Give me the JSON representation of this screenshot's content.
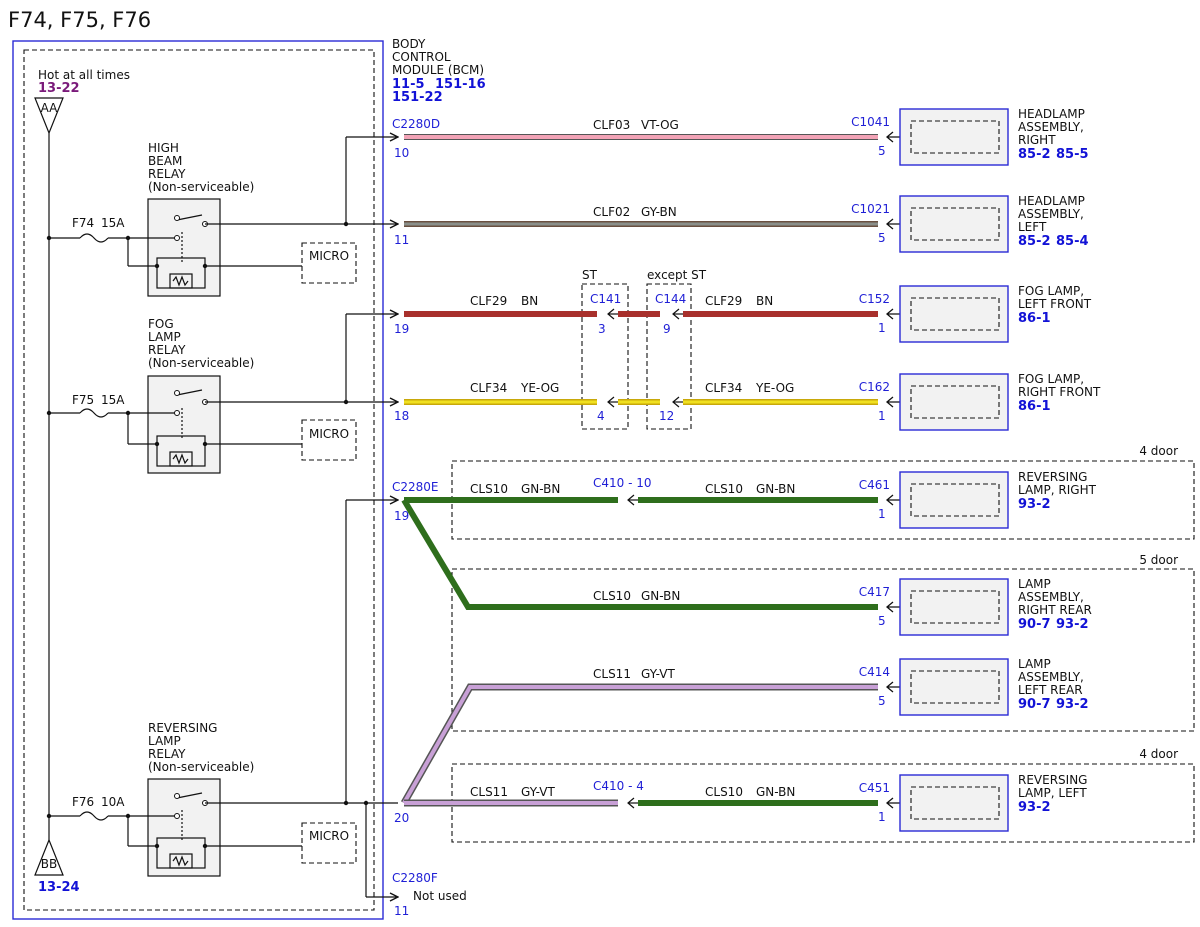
{
  "title": "F74, F75, F76",
  "bcm": {
    "lines": [
      "BODY",
      "CONTROL",
      "MODULE (BCM)"
    ],
    "ref_row1": [
      "11-5",
      "151-16"
    ],
    "ref_row2": "151-22"
  },
  "hot": {
    "label": "Hot at all times",
    "ref": "13-22",
    "top_node": "AA",
    "bottom_node": "BB",
    "bottom_ref": "13-24"
  },
  "relays": [
    {
      "lines": [
        "HIGH",
        "BEAM",
        "RELAY",
        "(Non-serviceable)"
      ],
      "fuse": "F74",
      "rating": "15A",
      "micro": "MICRO"
    },
    {
      "lines": [
        "FOG",
        "LAMP",
        "RELAY",
        "(Non-serviceable)"
      ],
      "fuse": "F75",
      "rating": "15A",
      "micro": "MICRO"
    },
    {
      "lines": [
        "REVERSING",
        "LAMP",
        "RELAY",
        "(Non-serviceable)"
      ],
      "fuse": "F76",
      "rating": "10A",
      "micro": "MICRO"
    }
  ],
  "bcm_connectors": {
    "d": "C2280D",
    "e": "C2280E",
    "f": "C2280F",
    "pins": {
      "hb_right": "10",
      "hb_left": "11",
      "fog_left": "19",
      "fog_right": "18",
      "rev_e": "19",
      "rev_low": "20",
      "not_used_pin": "11"
    },
    "not_used": "Not used"
  },
  "inline": {
    "st": "ST",
    "except_st": "except ST",
    "c141": "C141",
    "c144": "C144",
    "c141_pins": [
      "3",
      "4"
    ],
    "c144_pins": [
      "9",
      "12"
    ],
    "c410_top": "C410 - 10",
    "c410_bottom": "C410 - 4"
  },
  "wires": [
    {
      "circuit": "CLF03",
      "color": "VT-OG"
    },
    {
      "circuit": "CLF02",
      "color": "GY-BN"
    },
    {
      "circuit": "CLF29",
      "color": "BN"
    },
    {
      "circuit": "CLF34",
      "color": "YE-OG"
    },
    {
      "circuit": "CLS10",
      "color": "GN-BN"
    },
    {
      "circuit": "CLS11",
      "color": "GY-VT"
    }
  ],
  "variants": [
    "4 door",
    "5 door",
    "4 door"
  ],
  "loads": [
    {
      "connector": "C1041",
      "pin": "5",
      "name": [
        "HEADLAMP",
        "ASSEMBLY,",
        "RIGHT"
      ],
      "refs": [
        "85-2",
        "85-5"
      ]
    },
    {
      "connector": "C1021",
      "pin": "5",
      "name": [
        "HEADLAMP",
        "ASSEMBLY,",
        "LEFT"
      ],
      "refs": [
        "85-2",
        "85-4"
      ]
    },
    {
      "connector": "C152",
      "pin": "1",
      "name": [
        "FOG LAMP,",
        "LEFT FRONT"
      ],
      "refs": [
        "86-1"
      ]
    },
    {
      "connector": "C162",
      "pin": "1",
      "name": [
        "FOG LAMP,",
        "RIGHT FRONT"
      ],
      "refs": [
        "86-1"
      ]
    },
    {
      "connector": "C461",
      "pin": "1",
      "name": [
        "REVERSING",
        "LAMP, RIGHT"
      ],
      "refs": [
        "93-2"
      ]
    },
    {
      "connector": "C417",
      "pin": "5",
      "name": [
        "LAMP",
        "ASSEMBLY,",
        "RIGHT REAR"
      ],
      "refs": [
        "90-7",
        "93-2"
      ]
    },
    {
      "connector": "C414",
      "pin": "5",
      "name": [
        "LAMP",
        "ASSEMBLY,",
        "LEFT REAR"
      ],
      "refs": [
        "90-7",
        "93-2"
      ]
    },
    {
      "connector": "C451",
      "pin": "1",
      "name": [
        "REVERSING",
        "LAMP, LEFT"
      ],
      "refs": [
        "93-2"
      ]
    }
  ],
  "colors": {
    "pink_wire": "#f2a3b6",
    "gray_wire": "#8a8f8a",
    "brown_wire": "#a8302c",
    "yellow_wire": "#f0e020",
    "green_wire": "#2e6e1c",
    "violet_wire": "#c8a0d6",
    "connector_blue": "#1f1fd6",
    "purple_ref": "#7a1a7a"
  }
}
